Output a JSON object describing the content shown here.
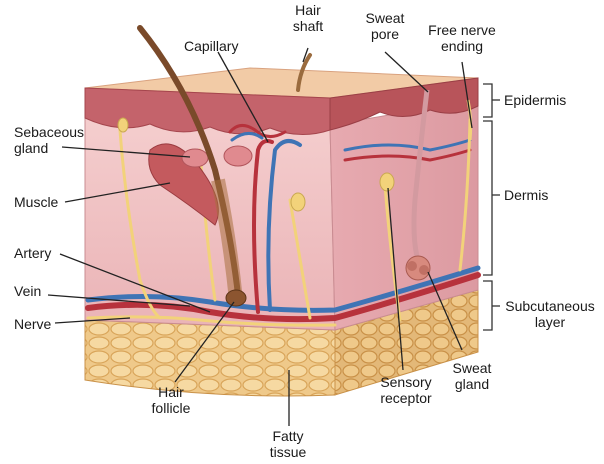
{
  "labels": {
    "capillary": "Capillary",
    "hair_shaft_1": "Hair",
    "hair_shaft_2": "shaft",
    "sweat_pore_1": "Sweat",
    "sweat_pore_2": "pore",
    "free_nerve_1": "Free nerve",
    "free_nerve_2": "ending",
    "sebaceous_1": "Sebaceous",
    "sebaceous_2": "gland",
    "muscle": "Muscle",
    "artery": "Artery",
    "vein": "Vein",
    "nerve": "Nerve",
    "hair_follicle_1": "Hair",
    "hair_follicle_2": "follicle",
    "fatty_1": "Fatty",
    "fatty_2": "tissue",
    "sensory_1": "Sensory",
    "sensory_2": "receptor",
    "sweat_gland_1": "Sweat",
    "sweat_gland_2": "gland",
    "epidermis": "Epidermis",
    "dermis": "Dermis",
    "subcutaneous_1": "Subcutaneous",
    "subcutaneous_2": "layer"
  },
  "colors": {
    "epidermis_top": "#f2cba6",
    "epidermis_edge": "#b8545a",
    "dermis": "#f0bfc0",
    "dermis_side": "#e8a9ad",
    "fat": "#efc98a",
    "fat_dark": "#d9a55a",
    "artery": "#b7323c",
    "vein": "#3f74b5",
    "nerve": "#f2d27a",
    "hair": "#7a4a2a",
    "leader": "#222222"
  }
}
